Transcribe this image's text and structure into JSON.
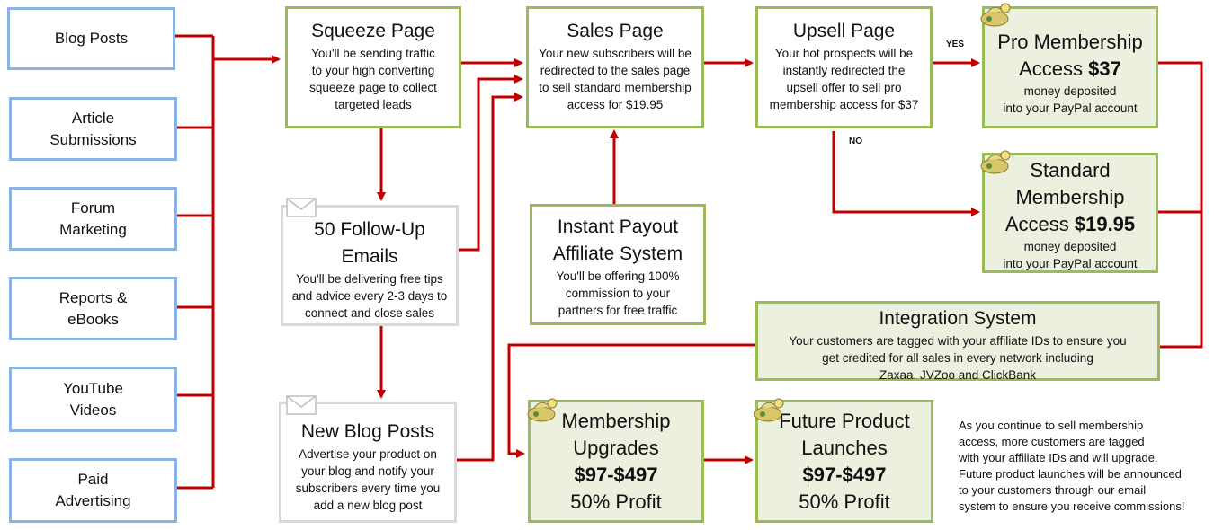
{
  "sources": [
    "Blog Posts",
    "Article\nSubmissions",
    "Forum\nMarketing",
    "Reports &\neBooks",
    "YouTube\nVideos",
    "Paid\nAdvertising"
  ],
  "squeeze": {
    "title": "Squeeze Page",
    "body": "You'll be sending traffic\nto your high converting\nsqueeze page to collect\ntargeted leads"
  },
  "sales": {
    "title": "Sales Page",
    "body": "Your new subscribers will be\nredirected to the sales page\nto sell standard membership\naccess for $19.95"
  },
  "upsell": {
    "title": "Upsell Page",
    "body": "Your hot prospects will be\ninstantly redirected the\nupsell offer to sell pro\nmembership access for $37"
  },
  "pro": {
    "line1": "Pro Membership",
    "line2": "Access ",
    "price": "$37",
    "body": "money deposited\ninto your PayPal account"
  },
  "standard": {
    "line1": "Standard\nMembership",
    "line2": "Access ",
    "price": "$19.95",
    "body": "money deposited\ninto your PayPal account"
  },
  "followup": {
    "title": "50 Follow-Up\nEmails",
    "body": "You'll be delivering free tips\nand advice every 2-3 days to\nconnect and close sales"
  },
  "affiliate": {
    "title": "Instant Payout\nAffiliate System",
    "body": "You'll be offering 100%\ncommission to your\npartners for free traffic"
  },
  "integration": {
    "title": "Integration System",
    "body": "Your customers are tagged with your affiliate IDs to ensure you\nget credited for all sales in every network including\nZaxaa, JVZoo and ClickBank"
  },
  "newblog": {
    "title": "New Blog Posts",
    "body": "Advertise your product on\nyour blog and notify your\nsubscribers every time you\nadd a new blog post"
  },
  "upgrades": {
    "title": "Membership\nUpgrades",
    "price": "$97-$497",
    "profit": "50% Profit"
  },
  "future": {
    "title": "Future Product\nLaunches",
    "price": "$97-$497",
    "profit": "50% Profit"
  },
  "labels": {
    "yes": "YES",
    "no": "NO"
  },
  "note": "As you continue to sell membership\naccess, more customers are tagged\nwith your affiliate IDs and will upgrade.\nFuture product launches will be announced\nto your customers through our email\nsystem to ensure you receive commissions!",
  "colors": {
    "arrow": "#c00000",
    "blue_border": "#8db3e2",
    "green_border": "#9bbb59",
    "green_fill": "#ebf1de",
    "gray_border": "#d9d9d9"
  }
}
